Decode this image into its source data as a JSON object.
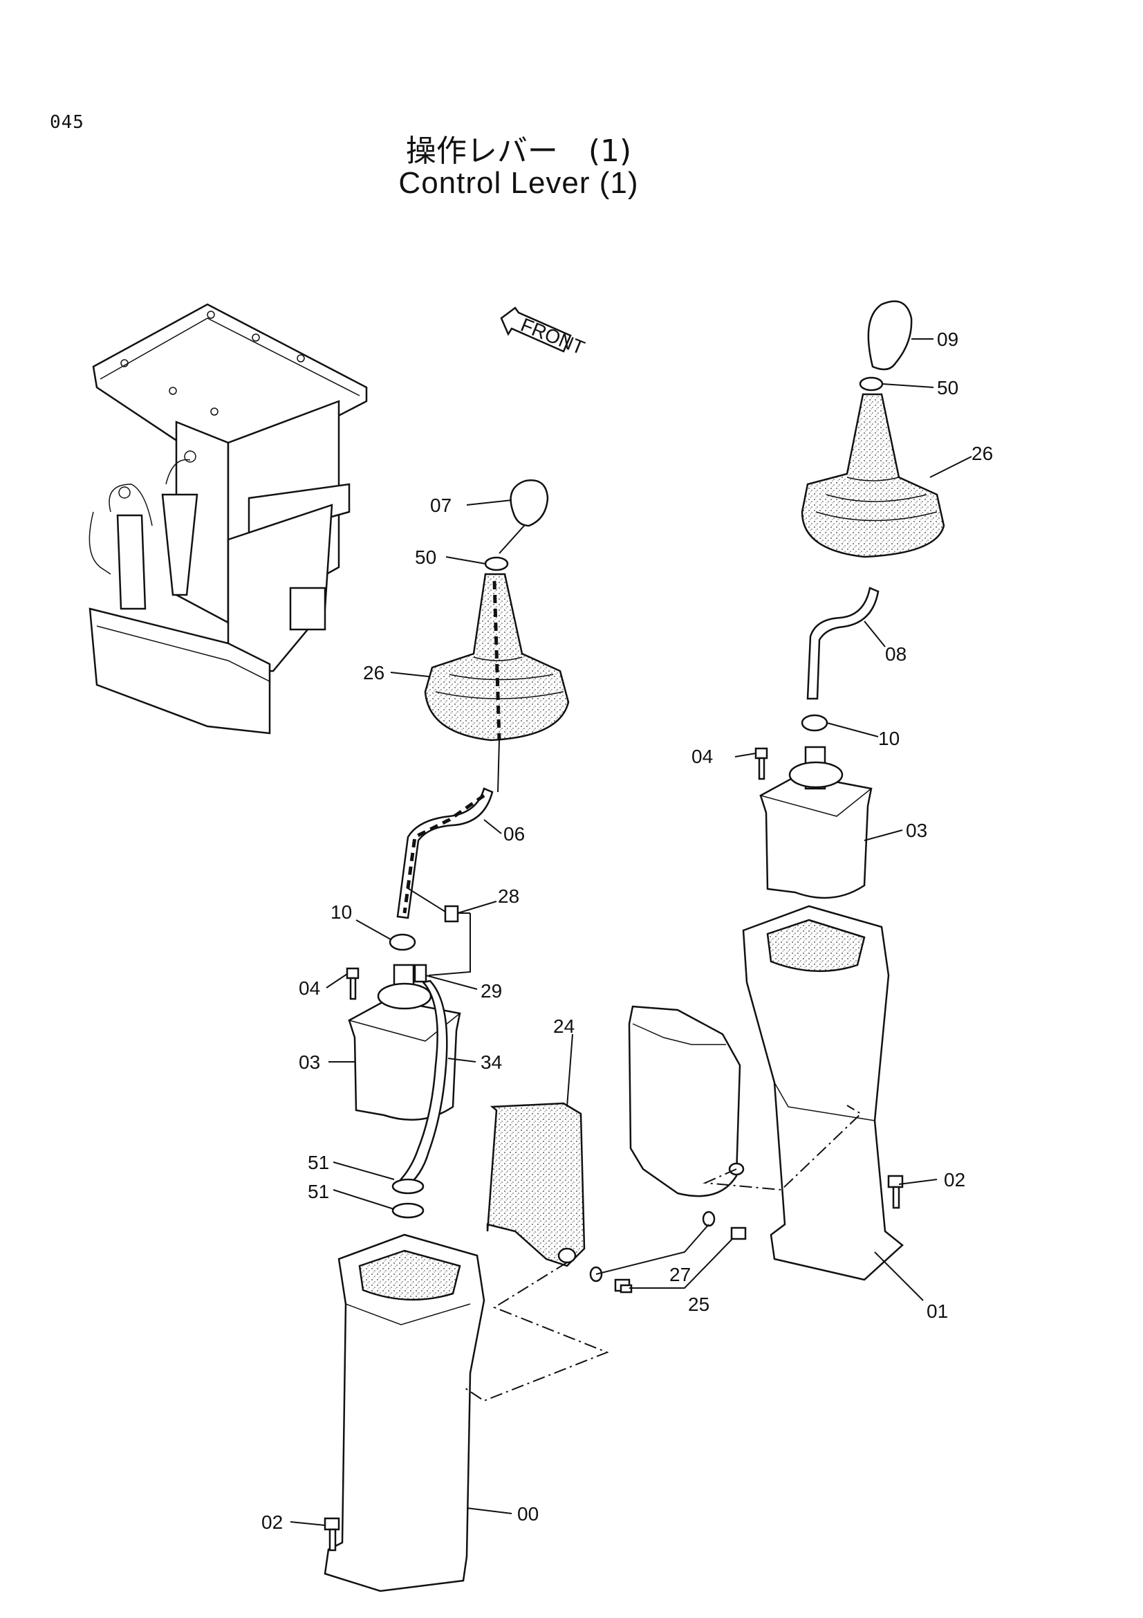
{
  "page": {
    "id": "045"
  },
  "title": {
    "japanese": "操作レバー　(1)",
    "english": "Control Lever (1)"
  },
  "front_marker": "FRONT",
  "callouts": {
    "p09": "09",
    "p50_right": "50",
    "p26_right": "26",
    "p08": "08",
    "p10_right": "10",
    "p04_right": "04",
    "p03_right": "03",
    "p07": "07",
    "p50_left": "50",
    "p26_left": "26",
    "p06": "06",
    "p28": "28",
    "p10_left": "10",
    "p29": "29",
    "p04_left": "04",
    "p03_left": "03",
    "p34": "34",
    "p24": "24",
    "p02_right": "02",
    "p51_a": "51",
    "p51_b": "51",
    "p27": "27",
    "p25": "25",
    "p01": "01",
    "p02_left": "02",
    "p00": "00"
  }
}
